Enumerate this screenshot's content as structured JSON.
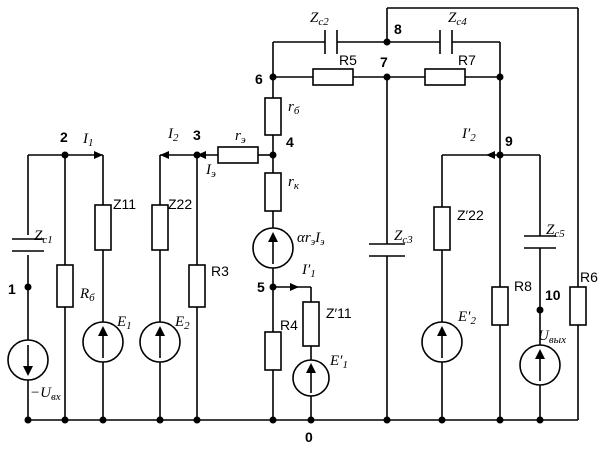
{
  "nodes": {
    "n0": "0",
    "n1": "1",
    "n2": "2",
    "n3": "3",
    "n4": "4",
    "n5": "5",
    "n6": "6",
    "n7": "7",
    "n8": "8",
    "n9": "9",
    "n10": "10"
  },
  "labels": {
    "zc1": "Z",
    "zc1_sub": "c1",
    "zc2": "Z",
    "zc2_sub": "c2",
    "zc3": "Z",
    "zc3_sub": "c3",
    "zc4": "Z",
    "zc4_sub": "c4",
    "zc5": "Z",
    "zc5_sub": "c5",
    "z11": "Z11",
    "z22": "Z22",
    "z11p": "Z′11",
    "z22p": "Z′22",
    "r3": "R3",
    "r4": "R4",
    "r5": "R5",
    "r6": "R6",
    "r7": "R7",
    "r8": "R8",
    "rb": "R",
    "rb_sub": "б",
    "re": "r",
    "re_sub": "э",
    "rbase": "r",
    "rbase_sub": "б",
    "rk": "r",
    "rk_sub": "к",
    "e1": "E",
    "e1_sub": "1",
    "e2": "E",
    "e2_sub": "2",
    "e1p": "E′",
    "e1p_sub": "1",
    "e2p": "E′",
    "e2p_sub": "2",
    "i1": "I",
    "i1_sub": "1",
    "i2": "I",
    "i2_sub": "2",
    "ie": "I",
    "ie_sub": "э",
    "i1p": "I′",
    "i1p_sub": "1",
    "i2p": "I′",
    "i2p_sub": "2",
    "src_ctrl": "αr",
    "src_ctrl_sub1": "э",
    "src_ctrl_mid": "I",
    "src_ctrl_sub2": "э",
    "uin": "−U",
    "uin_sub": "вх",
    "uout": "U",
    "uout_sub": "вых"
  }
}
